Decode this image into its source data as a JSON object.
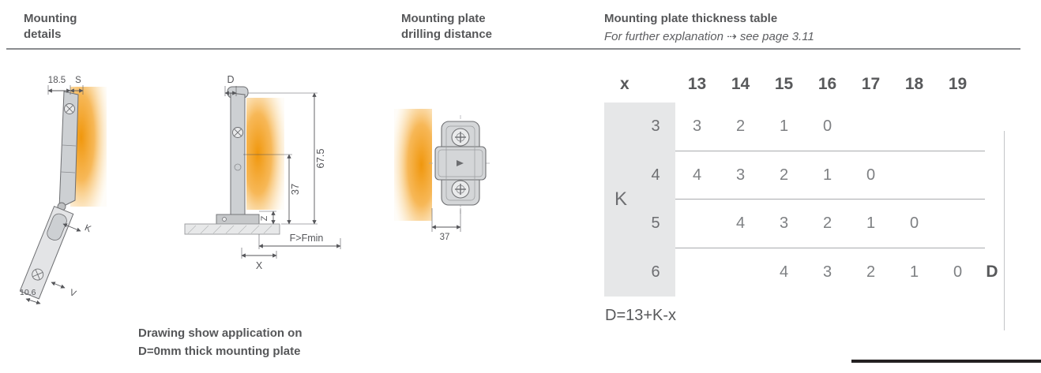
{
  "colors": {
    "accent_orange": "#F0970D",
    "heading_text": "#565759",
    "table_header_text": "#58595B",
    "table_body_text": "#7E8083",
    "band_gray": "#E6E7E8"
  },
  "sections": {
    "mounting_details": {
      "line1": "Mounting",
      "line2": "details"
    },
    "drilling_distance": {
      "line1": "Mounting plate",
      "line2": "drilling distance"
    },
    "thickness_table": {
      "title": "Mounting plate thickness table",
      "subtitle": "For further explanation ⇢ see page 3.11"
    }
  },
  "drawing1": {
    "dim_width": "18.5",
    "dim_s": "S",
    "dim_k": "K",
    "dim_v": "V",
    "dim_bottom": "10.6"
  },
  "drawing2": {
    "dim_d": "D",
    "dim_total": "67.5",
    "dim_cup": "37",
    "dim_z": "Z",
    "dim_f": "F>Fmin",
    "dim_x": "X"
  },
  "drawing3": {
    "dim_drill": "37"
  },
  "table": {
    "corner": "x",
    "columns": [
      "13",
      "14",
      "15",
      "16",
      "17",
      "18",
      "19"
    ],
    "group_label": "K",
    "rows": [
      {
        "k": "3",
        "cells": [
          "3",
          "2",
          "1",
          "0",
          "",
          "",
          ""
        ],
        "d": ""
      },
      {
        "k": "4",
        "cells": [
          "4",
          "3",
          "2",
          "1",
          "0",
          "",
          ""
        ],
        "d": ""
      },
      {
        "k": "5",
        "cells": [
          "",
          "4",
          "3",
          "2",
          "1",
          "0",
          ""
        ],
        "d": ""
      },
      {
        "k": "6",
        "cells": [
          "",
          "",
          "4",
          "3",
          "2",
          "1",
          "0"
        ],
        "d": "D"
      }
    ],
    "formula": "D=13+K-x"
  },
  "caption": {
    "line1": "Drawing show application on",
    "line2": "D=0mm thick mounting plate"
  }
}
